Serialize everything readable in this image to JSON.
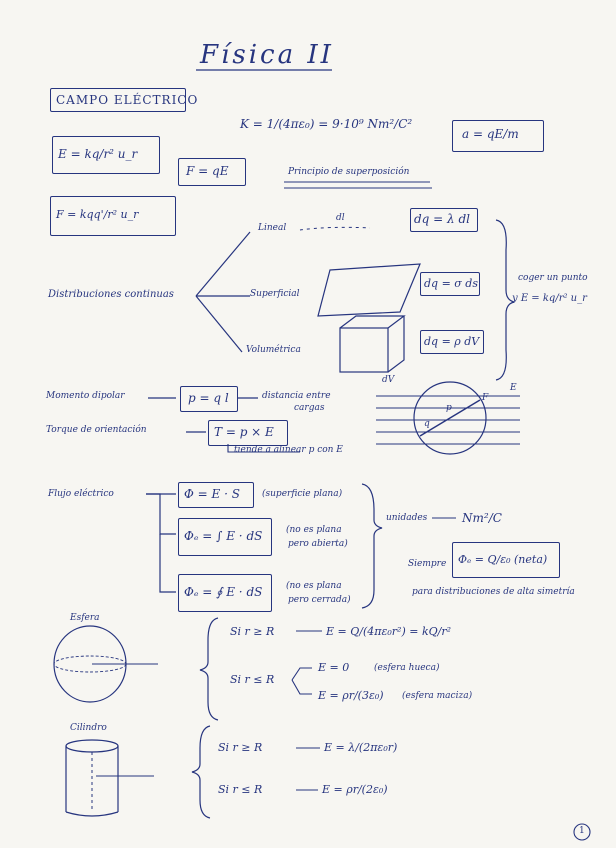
{
  "page": {
    "title": "Física II",
    "section": "CAMPO ELÉCTRICO",
    "page_number": "1"
  },
  "formulas": {
    "k_const": "K = 1/(4πε₀) = 9·10⁹ Nm²/C²",
    "accel": "a = qE/m",
    "coulomb_field": "E = kq/r² u_r",
    "force": "F = qE",
    "coulomb_force": "F = kqq'/r² u_r",
    "superposition": "Principio de superposición"
  },
  "distributions": {
    "label": "Distribuciones continuas",
    "lineal": "Lineal",
    "superficial": "Superficial",
    "volumetrica": "Volumétrica",
    "dl": "dl",
    "dV": "dV",
    "lineal_eq": "dq = λ dl",
    "superf_eq": "dq = σ ds",
    "volum_eq": "dq = ρ dV",
    "note_line1": "coger un punto",
    "note_line2": "y E = kq/r² u_r"
  },
  "dipole": {
    "moment_label": "Momento dipolar",
    "moment_eq": "p = q l",
    "distance_note_1": "distancia entre",
    "distance_note_2": "cargas",
    "torque_label": "Torque de orientación",
    "torque_eq": "T = p × E",
    "torque_note": "tiende a alinear p con E",
    "labels_E": "E",
    "labels_F": "F",
    "labels_p": "p",
    "labels_q": "q"
  },
  "flux": {
    "label": "Flujo eléctrico",
    "eq1": "Φ = E · S",
    "note1": "(superficie plana)",
    "eq2": "Φₑ = ∫ E · dS",
    "note2a": "(no es plana",
    "note2b": "pero abierta)",
    "eq3": "Φₑ = ∮ E · dS",
    "note3a": "(no es plana",
    "note3b": "pero cerrada)",
    "units_label": "unidades",
    "units": "Nm²/C",
    "siempre": "Siempre",
    "gauss_eq": "Φₑ = Q/ε₀ (neta)",
    "gauss_note": "para distribuciones de alta simetría"
  },
  "sphere": {
    "title": "Esfera",
    "cases": [
      {
        "cond": "Si r ≥ R",
        "result": "E = Q/(4πε₀r²) = kQ/r²"
      },
      {
        "cond": "Si r ≤ R",
        "result_a": "E = 0",
        "note_a": "(esfera hueca)",
        "result_b": "E = ρr/(3ε₀)",
        "note_b": "(esfera maciza)"
      }
    ]
  },
  "cylinder": {
    "title": "Cilindro",
    "cases": [
      {
        "cond": "Si r ≥ R",
        "result": "E = λ/(2πε₀r)"
      },
      {
        "cond": "Si r ≤ R",
        "result": "E = ρr/(2ε₀)"
      }
    ]
  }
}
